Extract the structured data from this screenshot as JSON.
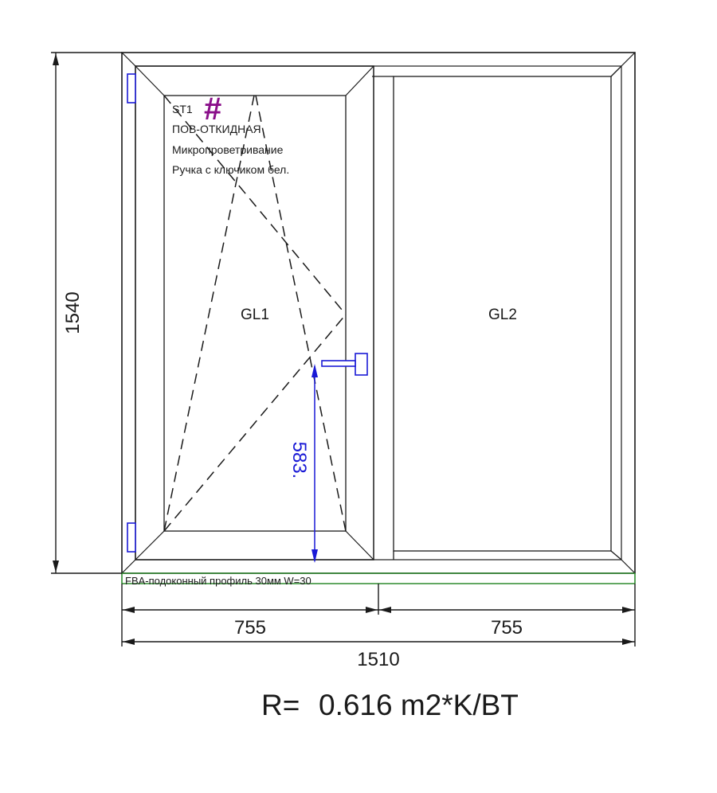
{
  "window_drawing": {
    "sash_mark": "ST1",
    "hash_symbol": "#",
    "notes": [
      "ПОВ-ОТКИДНАЯ",
      "Микропроветривание",
      "Ручка с ключиком бел."
    ],
    "glass_labels": [
      "GL1",
      "GL2"
    ],
    "dimensions": {
      "height": "1540",
      "width_left": "755",
      "width_right": "755",
      "width_total": "1510",
      "handle_height": "583."
    },
    "sill_label": "FBA-подоконный профиль 30мм W=30",
    "resistance": {
      "prefix": "R=",
      "value": "0.616 m2*K/BT"
    },
    "colors": {
      "lines": "#1a1a1a",
      "handle_dimension": "#1a1ad6",
      "sill_profile": "#2e8b2e",
      "hash_mark": "#8a0f8a",
      "hinges": "#1a1ad6"
    }
  }
}
